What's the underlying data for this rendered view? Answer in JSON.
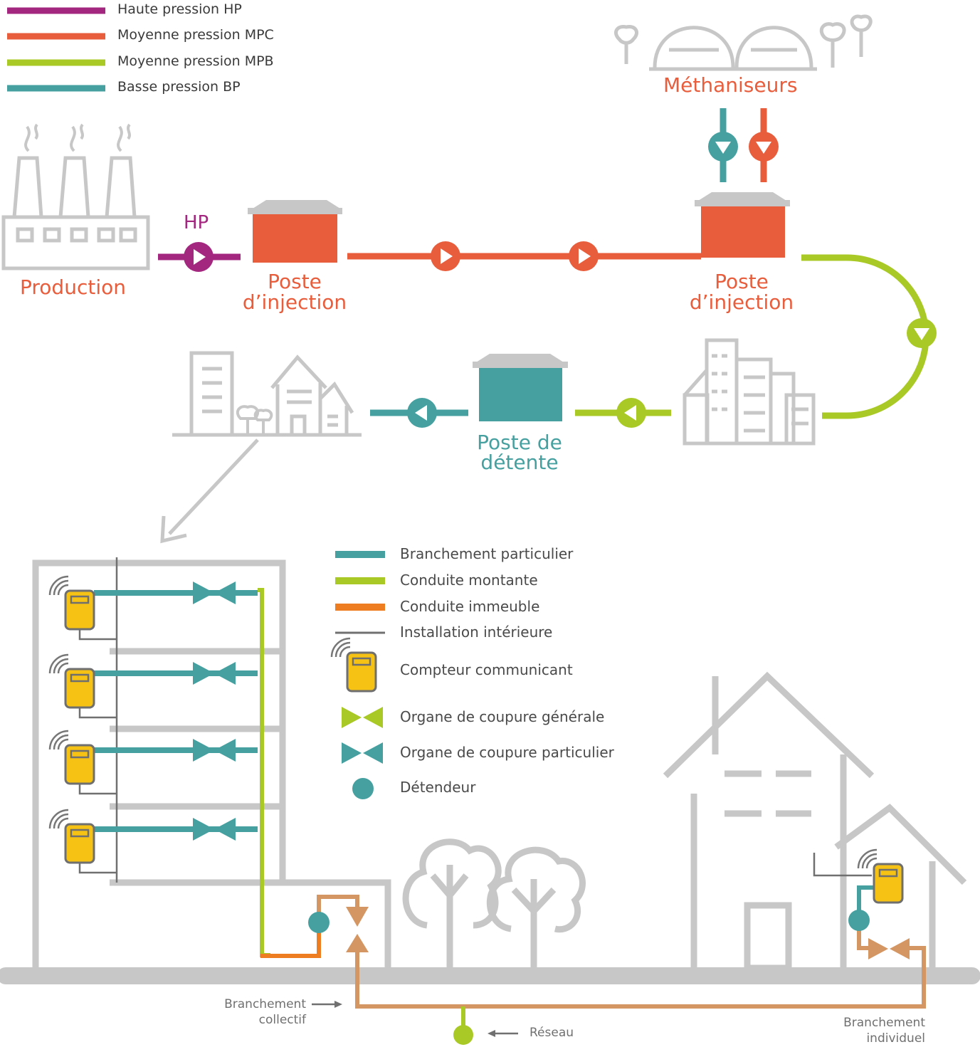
{
  "legend_pressure": {
    "hp": {
      "label": "Haute pression HP",
      "color": "#a3267f"
    },
    "mpc": {
      "label": "Moyenne pression MPC",
      "color": "#e85d3c"
    },
    "mpb": {
      "label": "Moyenne pression MPB",
      "color": "#a9c926"
    },
    "bp": {
      "label": "Basse pression BP",
      "color": "#46a0a0"
    }
  },
  "nodes": {
    "production": "Production",
    "hp_tag": "HP",
    "injection_1_line1": "Poste",
    "injection_1_line2": "d’injection",
    "methaniseurs": "Méthaniseurs",
    "injection_2_line1": "Poste",
    "injection_2_line2": "d’injection",
    "detente_line1": "Poste de",
    "detente_line2": "détente"
  },
  "legend_network": {
    "branchement_particulier": {
      "label": "Branchement particulier",
      "color": "#46a0a0"
    },
    "conduite_montante": {
      "label": "Conduite montante",
      "color": "#a9c926"
    },
    "conduite_immeuble": {
      "label": "Conduite immeuble",
      "color": "#ee7d22"
    },
    "installation_interieure": {
      "label": "Installation intérieure",
      "color": "#707070"
    },
    "compteur": {
      "label": "Compteur communicant",
      "color": "#f6c213"
    },
    "coupure_generale": {
      "label": "Organe de coupure générale",
      "color": "#a9c926"
    },
    "coupure_particulier": {
      "label": "Organe de coupure particulier",
      "color": "#46a0a0"
    },
    "detendeur": {
      "label": "Détendeur",
      "color": "#46a0a0"
    }
  },
  "bottom_labels": {
    "branchement_collectif_line1": "Branchement",
    "branchement_collectif_line2": "collectif",
    "reseau": "Réseau",
    "branchement_individuel_line1": "Branchement",
    "branchement_individuel_line2": "individuel"
  },
  "colors": {
    "hp": "#a3267f",
    "mpc": "#e85d3c",
    "mpb": "#a9c926",
    "bp": "#46a0a0",
    "gray": "#c7c7c7",
    "brown": "#d49663",
    "orange": "#ee7d22",
    "meter": "#f6c213"
  }
}
